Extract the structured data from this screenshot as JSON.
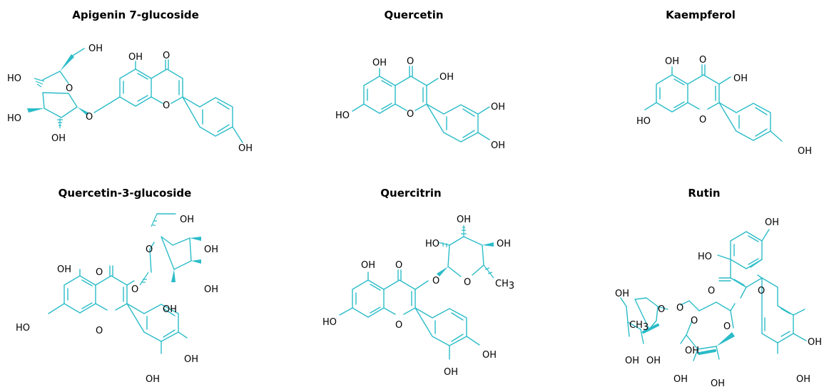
{
  "compounds": [
    {
      "name": "Apigenin 7-glucoside"
    },
    {
      "name": "Quercetin"
    },
    {
      "name": "Kaempferol"
    },
    {
      "name": "Quercetin-3-glucoside"
    },
    {
      "name": "Quercitrin"
    },
    {
      "name": "Rutin"
    }
  ],
  "atom_labels": {
    "oh": "OH",
    "ho": "HO",
    "o": "O",
    "ch": "CH",
    "three": "3"
  },
  "colors": {
    "bond": "#2bbcc8",
    "text": "#000000",
    "background": "#ffffff"
  }
}
